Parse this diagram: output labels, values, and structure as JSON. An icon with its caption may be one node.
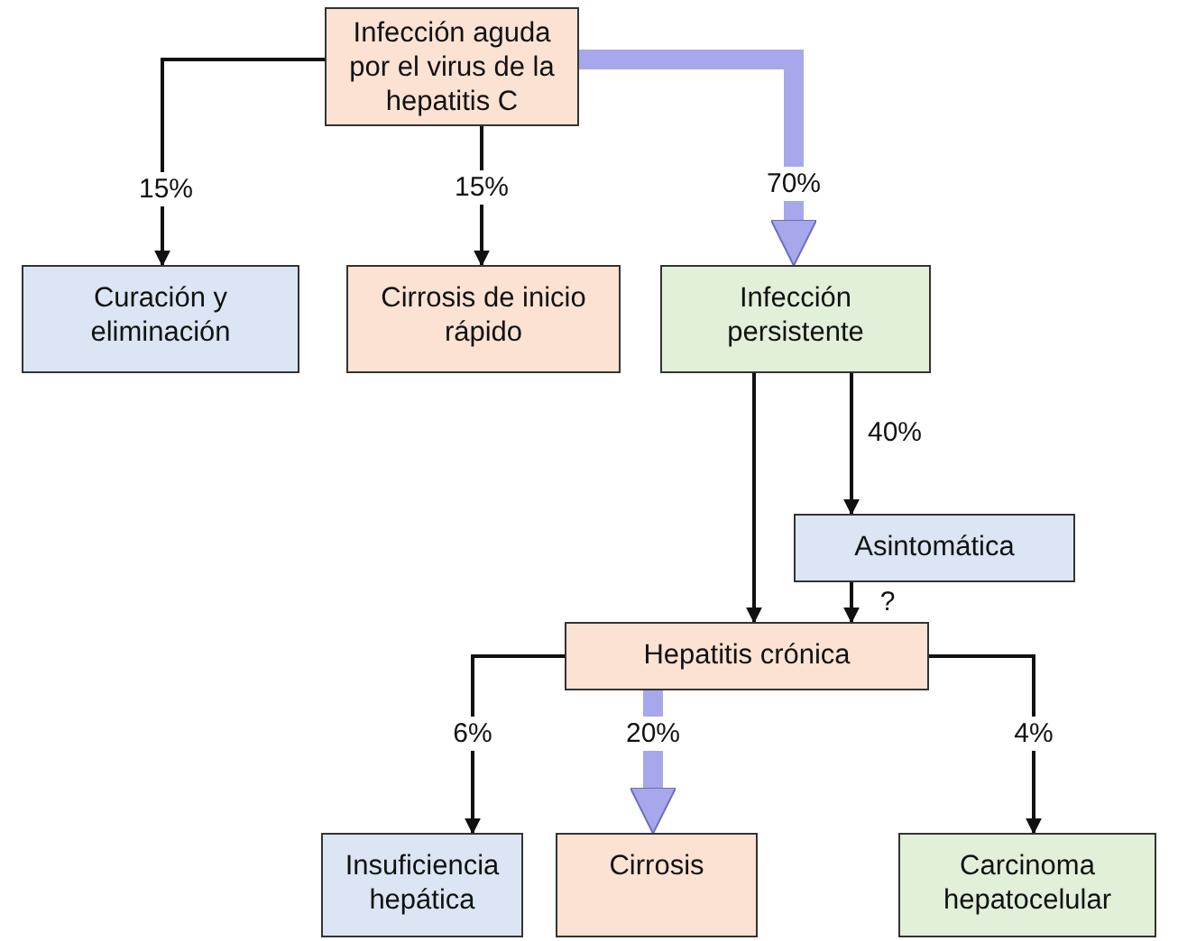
{
  "diagram": {
    "nodes": [
      {
        "text": [
          "Infección aguda por el virus de la hepatitis C"
        ]
      },
      {
        "text": [
          "Curación y eliminación"
        ]
      },
      {
        "text": [
          "Cirrosis de inicio rápido"
        ]
      },
      {
        "text": [
          "Infección persistente"
        ]
      },
      {
        "text": [
          "Asintomática"
        ]
      },
      {
        "text": [
          "Hepatitis crónica"
        ]
      },
      {
        "text": [
          "Insuficiencia hepática"
        ]
      },
      {
        "text": [
          "Cirrosis"
        ]
      },
      {
        "text": [
          "Carcinoma hepatocelular"
        ]
      }
    ],
    "edges": [
      {
        "from": 0,
        "to": 1,
        "arrow": "to",
        "label": "15%"
      },
      {
        "from": 0,
        "to": 2,
        "arrow": "to",
        "label": "15%"
      },
      {
        "from": 0,
        "to": 3,
        "arrow": "to",
        "label": "70%",
        "style": "thick",
        "color": "#a7a7ec"
      },
      {
        "from": 3,
        "to": 4,
        "arrow": "to",
        "label": "40%"
      },
      {
        "from": 3,
        "to": 5,
        "arrow": "to"
      },
      {
        "from": 4,
        "to": 5,
        "arrow": "to",
        "label": "?"
      },
      {
        "from": 5,
        "to": 6,
        "arrow": "to",
        "label": "6%"
      },
      {
        "from": 5,
        "to": 7,
        "arrow": "to",
        "label": "20%",
        "style": "thick",
        "color": "#a7a7ec"
      },
      {
        "from": 5,
        "to": 8,
        "arrow": "to",
        "label": "4%"
      }
    ]
  }
}
